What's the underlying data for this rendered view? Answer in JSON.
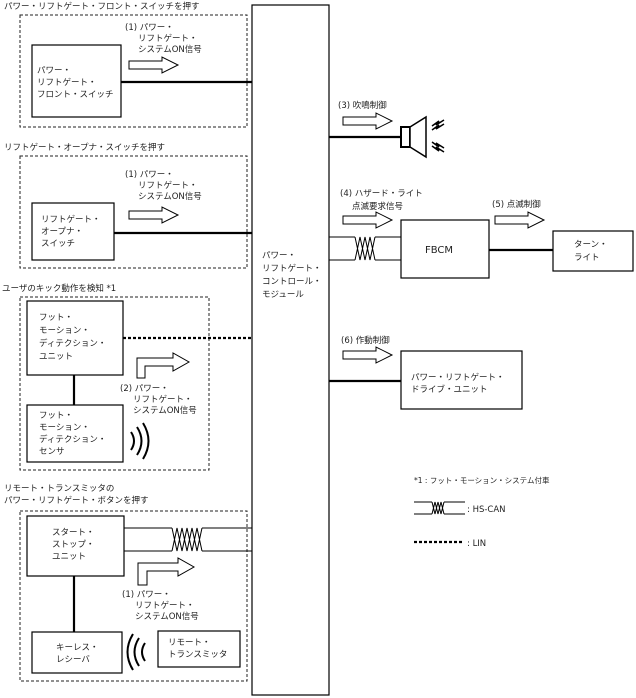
{
  "groups": {
    "front_switch": {
      "caption": "パワー・リフトゲート・フロント・スイッチを押す"
    },
    "opener_switch": {
      "caption": "リフトゲート・オープナ・スイッチを押す"
    },
    "kick": {
      "caption": "ユーザのキック動作を検知 *1"
    },
    "remote": {
      "caption_line1": "リモート・トランスミッタの",
      "caption_line2": "パワー・リフトゲート・ボタンを押す"
    }
  },
  "components": {
    "front_switch": [
      "パワー・",
      "リフトゲート・",
      "フロント・スイッチ"
    ],
    "opener_switch": [
      "リフトゲート・",
      "オープナ・",
      "スイッチ"
    ],
    "fmd_unit": [
      "フット・",
      "モーション・",
      "ディテクション・",
      "ユニット"
    ],
    "fmd_sensor": [
      "フット・",
      "モーション・",
      "ディテクション・",
      "センサ"
    ],
    "start_stop": [
      "スタート・",
      "ストップ・",
      "ユニット"
    ],
    "keyless_receiver": [
      "キーレス・",
      "レシーバ"
    ],
    "remote_transmitter": [
      "リモート・",
      "トランスミッタ"
    ],
    "control_module": [
      "パワー・",
      "リフトゲート・",
      "コントロール・",
      "モジュール"
    ],
    "fbcm": [
      "FBCM"
    ],
    "turn_light": [
      "ターン・",
      "ライト"
    ],
    "drive_unit": [
      "パワー・リフトゲート・",
      "ドライブ・ユニット"
    ]
  },
  "signals": {
    "s1_front": [
      "(1) パワー・",
      "リフトゲート・",
      "システムON信号"
    ],
    "s1_opener": [
      "(1) パワー・",
      "リフトゲート・",
      "システムON信号"
    ],
    "s2_kick": [
      "(2) パワー・",
      "リフトゲート・",
      "システムON信号"
    ],
    "s1_remote": [
      "(1) パワー・",
      "リフトゲート・",
      "システムON信号"
    ],
    "s3_horn": "(3) 吹鳴制御",
    "s4_hazard": [
      "(4) ハザード・ライト",
      "点滅要求信号"
    ],
    "s5_blink": "(5) 点滅制御",
    "s6_drive": "(6) 作動制御"
  },
  "legend": {
    "footnote": "*1 : フット・モーション・システム付車",
    "hs_can": ": HS-CAN",
    "lin": ": LIN"
  },
  "icons": {
    "horn": "speaker-icon",
    "wave_out": "radio-wave-icon",
    "wave_in": "radio-wave-icon",
    "twisted_pair": "twisted-pair-icon"
  }
}
